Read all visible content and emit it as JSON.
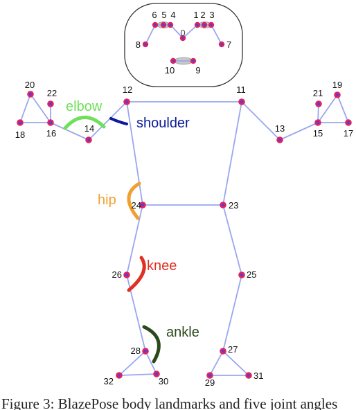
{
  "landmarks": [
    {
      "id": "0",
      "label": "0"
    },
    {
      "id": "1",
      "label": "1"
    },
    {
      "id": "2",
      "label": "2"
    },
    {
      "id": "3",
      "label": "3"
    },
    {
      "id": "4",
      "label": "4"
    },
    {
      "id": "5",
      "label": "5"
    },
    {
      "id": "6",
      "label": "6"
    },
    {
      "id": "7",
      "label": "7"
    },
    {
      "id": "8",
      "label": "8"
    },
    {
      "id": "9",
      "label": "9"
    },
    {
      "id": "10",
      "label": "10"
    },
    {
      "id": "11",
      "label": "11"
    },
    {
      "id": "12",
      "label": "12"
    },
    {
      "id": "13",
      "label": "13"
    },
    {
      "id": "14",
      "label": "14"
    },
    {
      "id": "15",
      "label": "15"
    },
    {
      "id": "16",
      "label": "16"
    },
    {
      "id": "17",
      "label": "17"
    },
    {
      "id": "18",
      "label": "18"
    },
    {
      "id": "19",
      "label": "19"
    },
    {
      "id": "20",
      "label": "20"
    },
    {
      "id": "21",
      "label": "21"
    },
    {
      "id": "22",
      "label": "22"
    },
    {
      "id": "23",
      "label": "23"
    },
    {
      "id": "24",
      "label": "24"
    },
    {
      "id": "25",
      "label": "25"
    },
    {
      "id": "26",
      "label": "26"
    },
    {
      "id": "27",
      "label": "27"
    },
    {
      "id": "28",
      "label": "28"
    },
    {
      "id": "29",
      "label": "29"
    },
    {
      "id": "30",
      "label": "30"
    },
    {
      "id": "31",
      "label": "31"
    },
    {
      "id": "32",
      "label": "32"
    }
  ],
  "joint_angles": {
    "elbow": {
      "label": "elbow",
      "color": "#6ee05a"
    },
    "shoulder": {
      "label": "shoulder",
      "color": "#0a1a9a"
    },
    "hip": {
      "label": "hip",
      "color": "#f0a030"
    },
    "knee": {
      "label": "knee",
      "color": "#e03024"
    },
    "ankle": {
      "label": "ankle",
      "color": "#2a4a1a"
    }
  },
  "colors": {
    "edge": "#9aa6ee",
    "joint_outer": "#e0245a",
    "joint_inner": "#5a3adf"
  },
  "caption": "Figure 3: BlazePose body landmarks and five joint angles"
}
